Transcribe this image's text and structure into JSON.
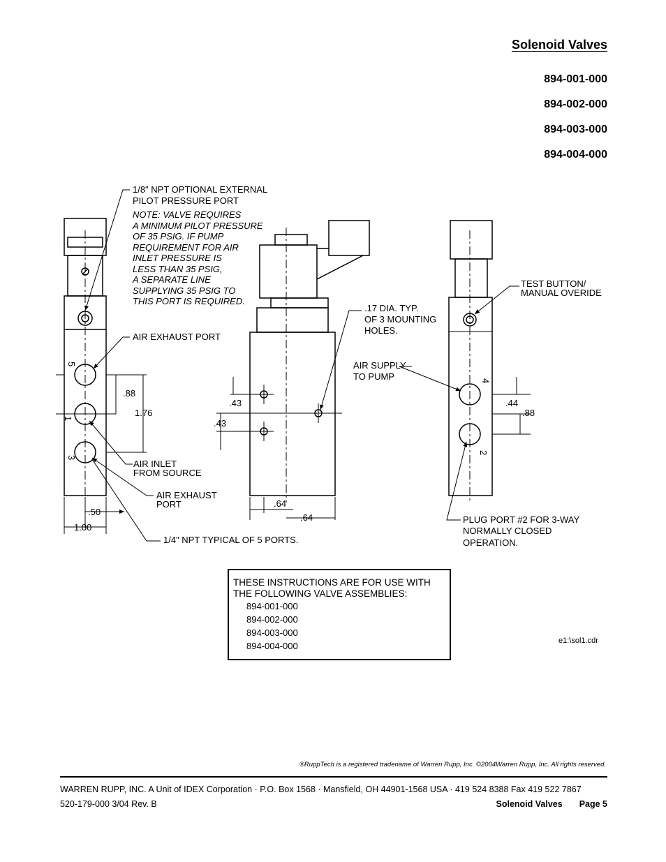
{
  "header": {
    "title": "Solenoid Valves",
    "part_numbers": [
      "894-001-000",
      "894-002-000",
      "894-003-000",
      "894-004-000"
    ]
  },
  "diagram": {
    "pilot_port_label_1": "1/8\" NPT OPTIONAL EXTERNAL",
    "pilot_port_label_2": "PILOT PRESSURE PORT",
    "note_lines": [
      "NOTE: VALVE REQUIRES",
      "A MINIMUM PILOT PRESSURE",
      "OF 35 PSIG. IF PUMP",
      "REQUIREMENT FOR AIR",
      "INLET PRESSURE IS",
      "LESS THAN 35 PSIG,",
      "A SEPARATE LINE",
      "SUPPLYING 35 PSIG TO",
      "THIS PORT IS REQUIRED."
    ],
    "air_exhaust_port": "AIR EXHAUST PORT",
    "air_inlet_1": "AIR INLET",
    "air_inlet_2": "FROM SOURCE",
    "air_exhaust_2a": "AIR EXHAUST",
    "air_exhaust_2b": "PORT",
    "npt_ports": "1/4\" NPT TYPICAL OF 5 PORTS.",
    "mounting_1": ".17 DIA. TYP.",
    "mounting_2": "OF 3 MOUNTING",
    "mounting_3": "HOLES.",
    "air_supply_1": "AIR SUPPLY",
    "air_supply_2": "TO PUMP",
    "test_button_1": "TEST BUTTON/",
    "test_button_2": "MANUAL OVERIDE",
    "plug_1": "PLUG PORT #2 FOR 3-WAY",
    "plug_2": "NORMALLY CLOSED",
    "plug_3": "OPERATION.",
    "dim_088": ".88",
    "dim_176": "1.76",
    "dim_050": ".50",
    "dim_100": "1.00",
    "dim_043": ".43",
    "dim_064": ".64",
    "dim_044": ".44",
    "port_5": "5",
    "port_1": "1",
    "port_3": "3",
    "port_4": "4",
    "port_2": "2"
  },
  "instructions_box": {
    "title_line1": "THESE INSTRUCTIONS ARE FOR USE WITH",
    "title_line2": "THE FOLLOWING VALVE ASSEMBLIES:",
    "items": [
      "894-001-000",
      "894-002-000",
      "894-003-000",
      "894-004-000"
    ]
  },
  "file_ref": "e1:\\sol1.cdr",
  "trademark": "®RuppTech is a registered tradename of Warren Rupp, Inc.    ©2004Warren Rupp, Inc. All rights reserved.",
  "footer": {
    "company": "WARREN RUPP, INC.  A Unit of IDEX Corporation · P.O. Box 1568 · Mansfield, OH  44901-1568 USA · 419 524 8388  Fax 419 522 7867",
    "doc_number": "520-179-000  3/04  Rev. B",
    "section": "Solenoid Valves",
    "page": "Page 5"
  }
}
